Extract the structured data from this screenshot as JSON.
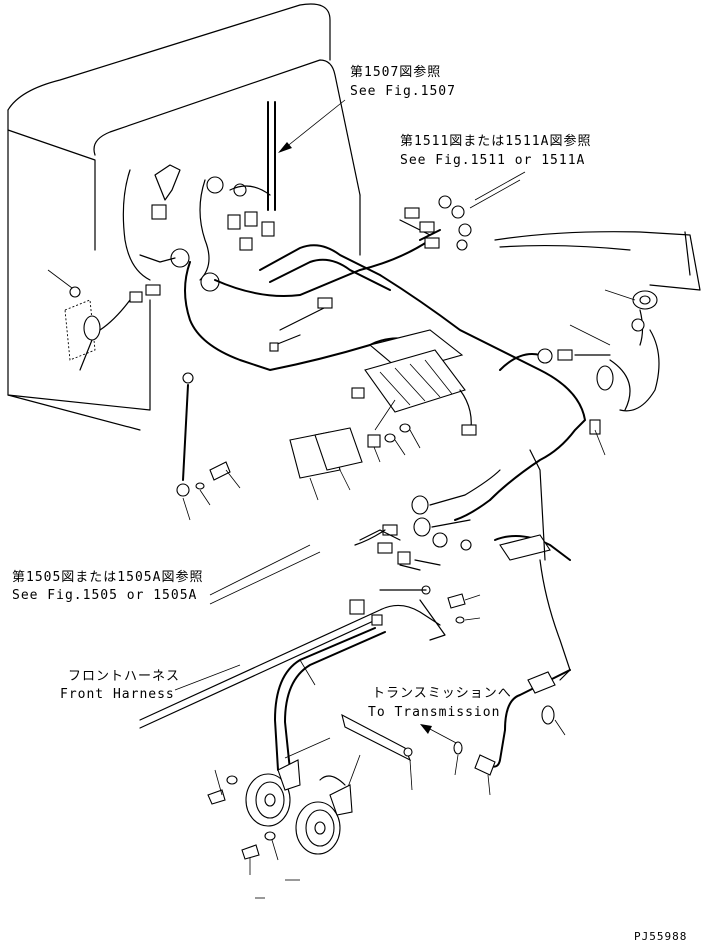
{
  "references": {
    "fig1507": {
      "jp": "第1507図参照",
      "en": "See Fig.1507"
    },
    "fig1511": {
      "jp": "第1511図または1511A図参照",
      "en": "See Fig.1511 or 1511A"
    },
    "fig1505": {
      "jp": "第1505図または1505A図参照",
      "en": "See Fig.1505 or 1505A"
    }
  },
  "labels": {
    "front_harness": {
      "jp": "フロントハーネス",
      "en": "Front Harness"
    },
    "to_transmission": {
      "jp": "トランスミッションへ",
      "en": "To Transmission"
    }
  },
  "drawing_id": "PJ55988"
}
